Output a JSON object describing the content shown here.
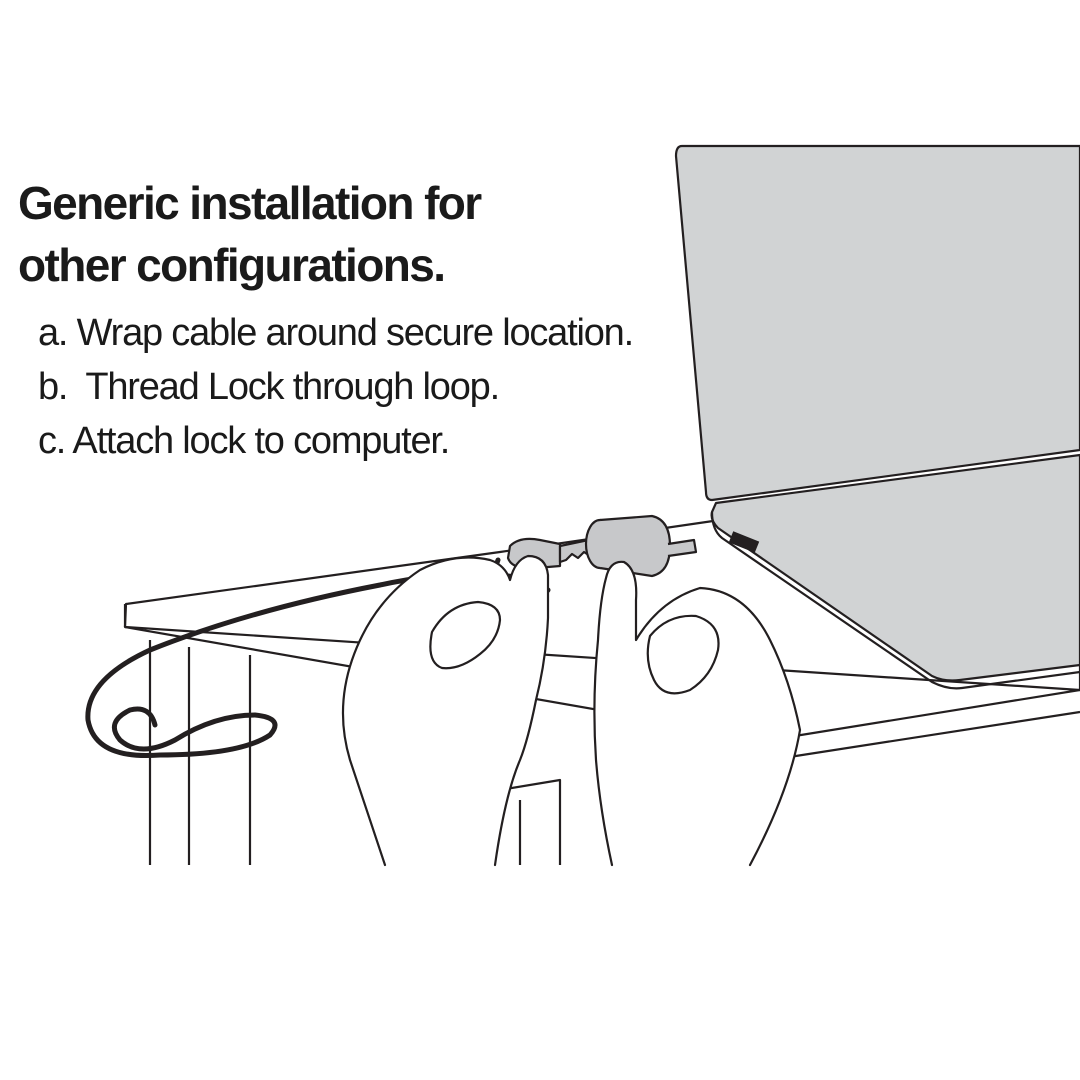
{
  "heading": {
    "line1": "Generic installation for",
    "line2": "other configurations."
  },
  "steps": [
    {
      "text": "a. Wrap cable around secure location."
    },
    {
      "text": "b.  Thread Lock through loop."
    },
    {
      "text": "c. Attach lock to computer."
    }
  ],
  "colors": {
    "laptop_fill": "#d1d3d4",
    "lock_fill": "#c7c8ca",
    "cable": "#231f20",
    "outline": "#231f20",
    "background": "#ffffff"
  }
}
